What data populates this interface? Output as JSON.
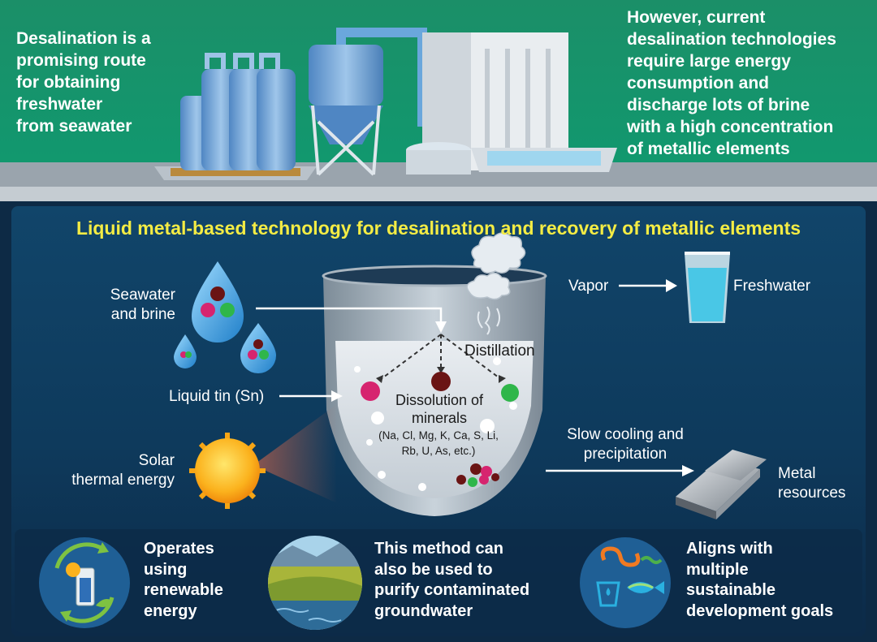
{
  "header": {
    "left_text": "Desalination is a\npromising route\nfor obtaining\nfreshwater\nfrom seawater",
    "right_text": "However, current\ndesalination technologies\nrequire large energy\nconsumption and\ndischarge lots of brine\nwith a high concentration\nof metallic elements"
  },
  "diagram": {
    "title": "Liquid metal-based technology for desalination and recovery of metallic elements",
    "seawater_label": "Seawater\nand brine",
    "vapor_label": "Vapor",
    "freshwater_label": "Freshwater",
    "distillation_label": "Distillation",
    "liquid_tin_label": "Liquid tin (Sn)",
    "dissolution_label": "Dissolution of\nminerals",
    "elements_label": "(Na, Cl, Mg, K, Ca, S, Li,\nRb, U, As, etc.)",
    "solar_label": "Solar\nthermal energy",
    "cooling_label": "Slow cooling and\nprecipitation",
    "metal_label": "Metal\nresources"
  },
  "benefits": [
    {
      "text": "Operates\nusing\nrenewable\nenergy",
      "icon": "renewable-energy-icon"
    },
    {
      "text": "This method can\nalso be used to\npurify contaminated\ngroundwater",
      "icon": "groundwater-landscape-icon"
    },
    {
      "text": "Aligns with\nmultiple\nsustainable\ndevelopment goals",
      "icon": "sdg-icon"
    }
  ],
  "colors": {
    "title": "#f4ec44",
    "header_green": "#1a9a6c",
    "panel_blue": "#0f3554"
  }
}
